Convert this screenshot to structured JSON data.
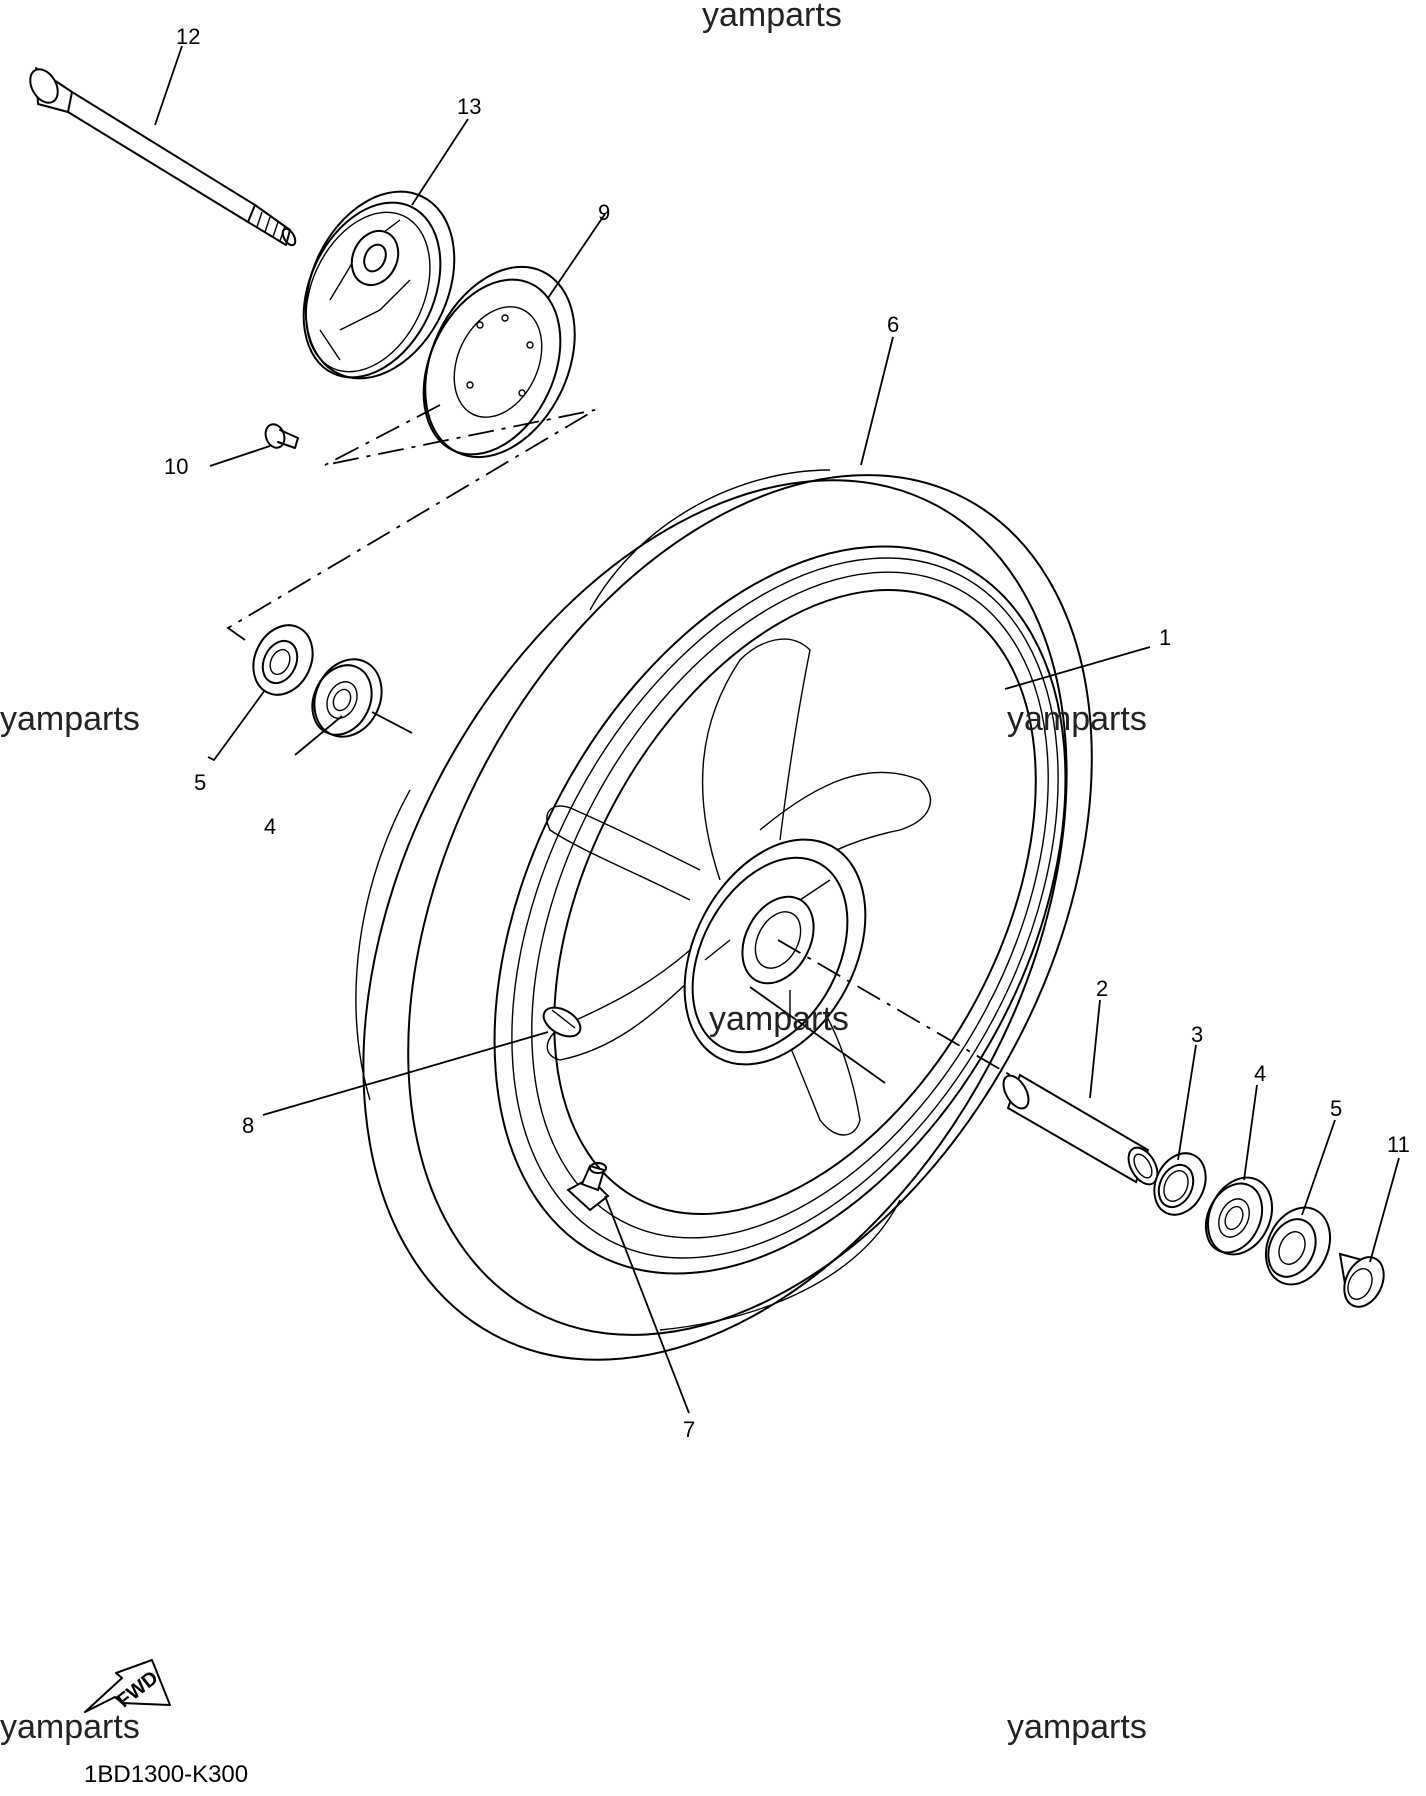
{
  "watermarks": {
    "top": "yamparts",
    "left_middle": "yamparts",
    "right_middle": "yamparts",
    "center": "yamparts",
    "bottom_left": "yamparts",
    "bottom_right": "yamparts"
  },
  "callouts": {
    "c1": "1",
    "c2": "2",
    "c3": "3",
    "c4a": "4",
    "c4b": "4",
    "c5a": "5",
    "c5b": "5",
    "c6": "6",
    "c7": "7",
    "c8": "8",
    "c9": "9",
    "c10": "10",
    "c11": "11",
    "c12": "12",
    "c13": "13"
  },
  "fwd_label": "FWD",
  "diagram_code": "1BD1300-K300",
  "colors": {
    "line": "#000000",
    "background": "#ffffff"
  }
}
